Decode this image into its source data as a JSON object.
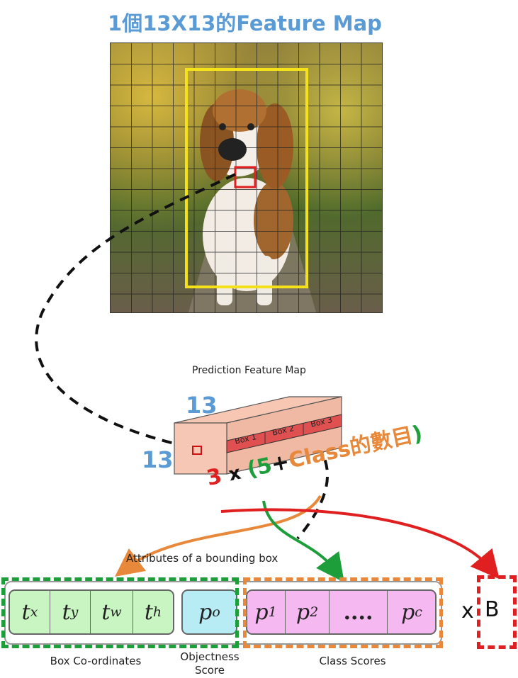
{
  "title": "1個13X13的Feature Map",
  "prediction_map": {
    "label": "Prediction Feature Map",
    "dim_top": "13",
    "dim_left": "13",
    "boxes": [
      "Box 1",
      "Box 2",
      "Box 3"
    ]
  },
  "formula": {
    "multiplier": "3",
    "times": "x",
    "open_paren": "(",
    "five": "5",
    "plus": "+",
    "classes": "Class的數目",
    "close_paren": ")"
  },
  "attributes_label": "Attributes of a bounding box",
  "cells": {
    "tx": {
      "base": "t",
      "sub": "x"
    },
    "ty": {
      "base": "t",
      "sub": "y"
    },
    "tw": {
      "base": "t",
      "sub": "w"
    },
    "th": {
      "base": "t",
      "sub": "h"
    },
    "po": {
      "base": "p",
      "sub": "o"
    },
    "p1": {
      "base": "p",
      "sub": "1"
    },
    "p2": {
      "base": "p",
      "sub": "2"
    },
    "dots": "....",
    "pc": {
      "base": "p",
      "sub": "c"
    }
  },
  "labels": {
    "box_coords": "Box Co-ordinates",
    "objectness_line1": "Objectness",
    "objectness_line2": "Score",
    "class_scores": "Class Scores"
  },
  "xb": {
    "x": "x",
    "b": "B"
  },
  "colors": {
    "title_blue": "#5b9bd5",
    "red": "#e02020",
    "green": "#1e9e3a",
    "orange": "#e8883a",
    "yellow_box": "#f5e11a"
  }
}
